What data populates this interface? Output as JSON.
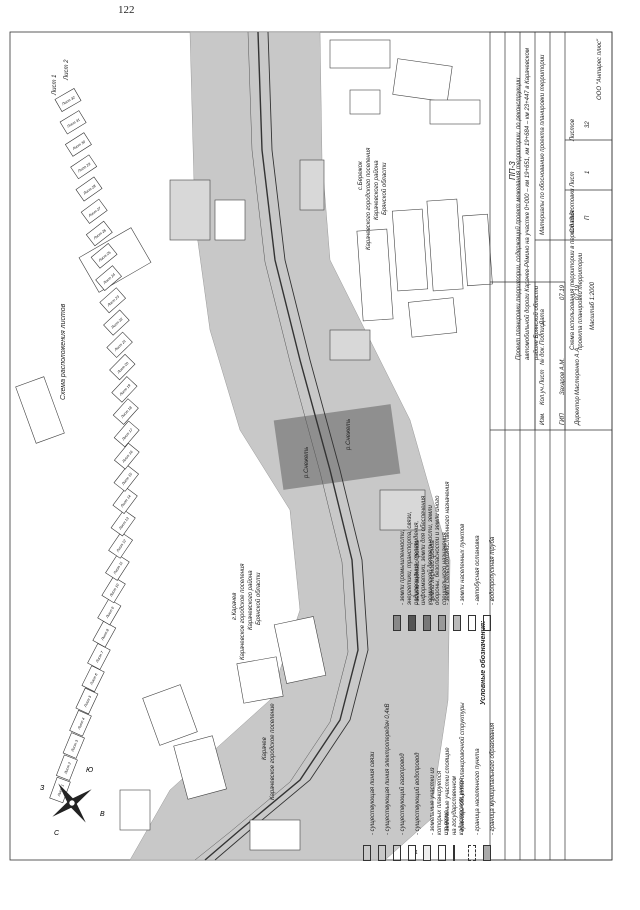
{
  "page_number": "122",
  "scheme_title": "Схема расположения листов",
  "sheet_refs": {
    "sheet1": "Лист 1",
    "sheet2": "Лист 2"
  },
  "sheet_tiles": [
    "Лист 1",
    "Лист 2",
    "Лист 3",
    "Лист 4",
    "Лист 5",
    "Лист 6",
    "Лист 7",
    "Лист 8",
    "Лист 9",
    "Лист 10",
    "Лист 11",
    "Лист 12",
    "Лист 13",
    "Лист 14",
    "Лист 15",
    "Лист 16",
    "Лист 17",
    "Лист 18",
    "Лист 19",
    "Лист 20",
    "Лист 21",
    "Лист 22",
    "Лист 23",
    "Лист 24",
    "Лист 25",
    "Лист 26",
    "Лист 27",
    "Лист 28",
    "Лист 29",
    "Лист 30",
    "Лист 31",
    "Лист 32"
  ],
  "compass": {
    "n": "С",
    "s": "Ю",
    "e": "В",
    "w": "З"
  },
  "places": {
    "karachev": [
      "г.Карачев",
      "Карачевское городское поселения",
      "Карачевского района",
      "Брянской области"
    ],
    "berezhok": [
      "с.Бережок",
      "Карачевского городского поселения",
      "Карачевского района",
      "Брянской области"
    ],
    "karachev_short": [
      "Карачев",
      "Карачевское городское поселение"
    ]
  },
  "river_labels": [
    "р.Снежеть",
    "р.Снежеть"
  ],
  "legend": {
    "title": "Условные обозначения:",
    "left": [
      "- граница муниципального образования",
      "- граница населенного пункта",
      "- границы объекта планировочной структуры",
      "- земельные участки стоящие на государственном кадастровом учете",
      "- земельные участки из которых планируется изъятие",
      "- существующий водопровод",
      "- существующий газопровод",
      "- существующая линия электропередач 0,4кВ",
      "- существующая линия связи"
    ],
    "right": [
      "- водопропускная труба",
      "- автобусная остановка",
      "- земли населенных пунктов",
      "- земли сельскохозяйственного назначения",
      "- земли лесного фонда",
      "- земли водного фонда",
      "- земли промышленности, энергетики, транспорта, связи, радиовещания, телевидения, информатики, земли для обеспечения космической деятельности, земли обороны, безопасности и земли иного специального назначения"
    ],
    "swatch_code": "1"
  },
  "title_block": {
    "code": "ПП-3",
    "project": "Проект планировки территории, содержащий проект межевания территории, по реконструкции автомобильной дороги Карачев-Рёмино на участке 0+000 – км 19+651, км 19+684 – км 23+447 в Карачевском районе Брянской области",
    "section": "Материалы по обоснованию проекта планировки территории",
    "drawing": "Схема использования территории в период подготовки проекта планировки территории",
    "scale": "Масштаб 1:2000",
    "columns": [
      "Изм.",
      "Кол.уч.",
      "Лист",
      "№ док.",
      "Подпись",
      "Дата"
    ],
    "roles": [
      "ГИП",
      "Директор"
    ],
    "people": [
      "Захаров А.М.",
      "Мастеренко А.А."
    ],
    "date": "07.19",
    "stage_headers": [
      "Стадия",
      "Лист",
      "Листов"
    ],
    "stage_values": [
      "П",
      "1",
      "32"
    ],
    "company": "ООО \"Антарес плюс\""
  }
}
